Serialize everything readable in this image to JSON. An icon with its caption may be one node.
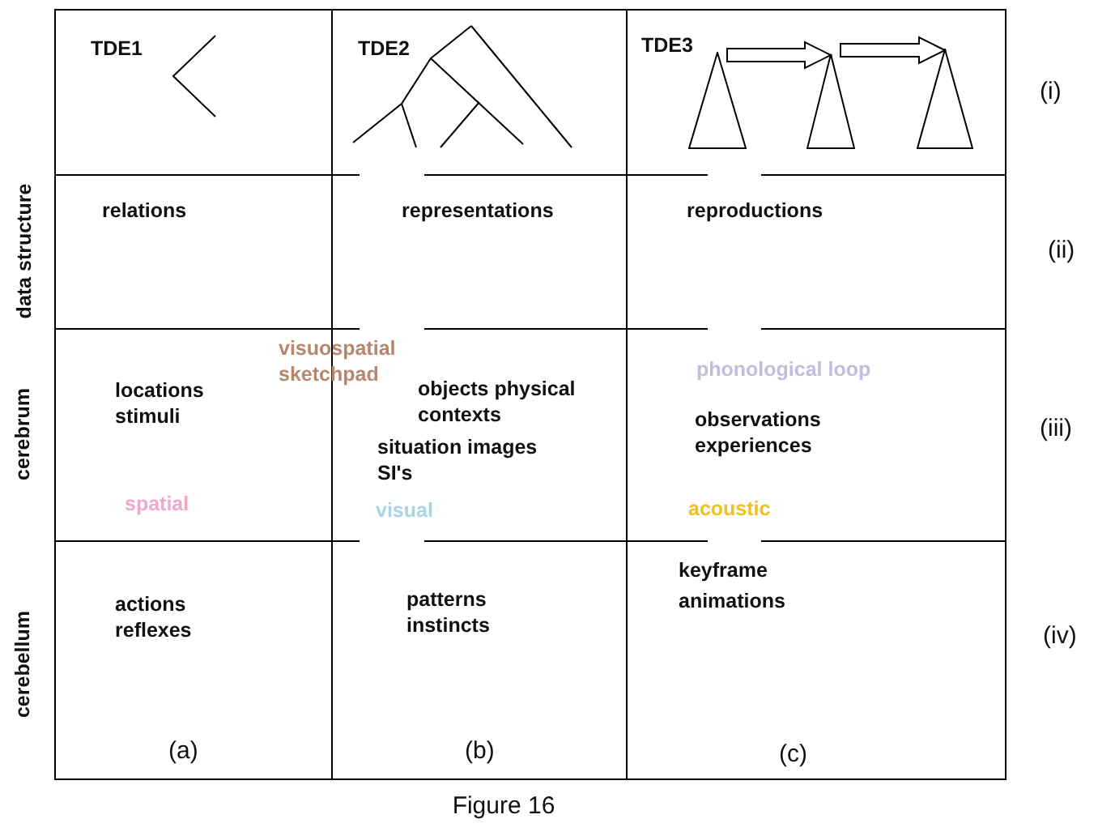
{
  "diagram": {
    "caption": "Figure 16",
    "nodes": [
      {
        "text": [],
        "shape": "triangle"
      },
      {
        "text": [],
        "shape": "triangle"
      },
      {
        "text": [],
        "shape": "triangle"
      }
    ],
    "edges": [
      {
        "from": 0,
        "to": 1,
        "arrow": "to"
      },
      {
        "from": 1,
        "to": 2,
        "arrow": "to"
      }
    ],
    "labels": [
      "TDE1",
      "TDE2",
      "TDE3",
      "(i)",
      "data structure",
      "relations",
      "representations",
      "reproductions",
      "(ii)",
      "visuospatial sketchpad",
      "phonological loop",
      "locations stimuli",
      "objects physical contexts",
      "observations experiences",
      "cerebrum",
      "situation images SI's",
      "(iii)",
      "spatial",
      "visual",
      "acoustic",
      "keyframe animations",
      "actions reflexes",
      "patterns instincts",
      "cerebellum",
      "(iv)",
      "(a)",
      "(b)",
      "(c)"
    ]
  }
}
